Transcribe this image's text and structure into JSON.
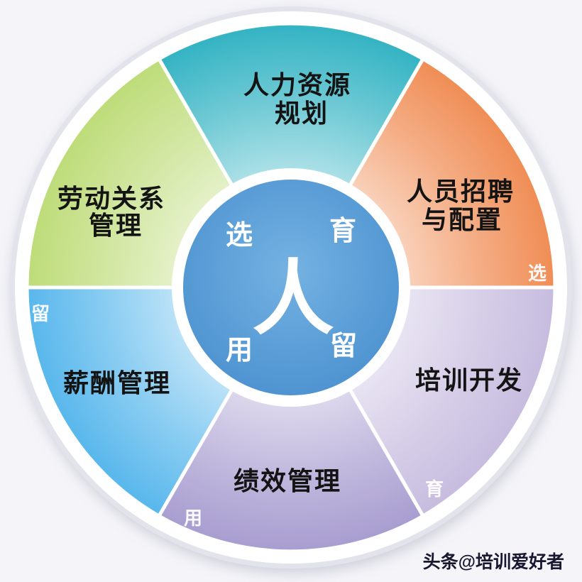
{
  "page": {
    "background_color": "#f4f4f9",
    "watermark": "头条@培训爱好者"
  },
  "wheel": {
    "center_glyph": "人",
    "center_color_light": "#74b2e2",
    "center_color_dark": "#4a90cf",
    "ring_color": "#ffffff",
    "inner_labels": [
      {
        "position": "top-left",
        "text": "选"
      },
      {
        "position": "top-right",
        "text": "育"
      },
      {
        "position": "bottom-left",
        "text": "用"
      },
      {
        "position": "bottom-right",
        "text": "留"
      }
    ],
    "sectors": [
      {
        "id": "hr-planning",
        "label_line1": "人力资源",
        "label_line2": "规划",
        "color": "#33b3c3",
        "edge_label": ""
      },
      {
        "id": "recruitment-allocation",
        "label_line1": "人员招聘",
        "label_line2": "与配置",
        "color": "#f08d55",
        "edge_label": "选"
      },
      {
        "id": "training-development",
        "label_line1": "培训开发",
        "label_line2": "",
        "color": "#c7bcdf",
        "edge_label": "育"
      },
      {
        "id": "performance-management",
        "label_line1": "绩效管理",
        "label_line2": "",
        "color": "#a89dd0",
        "edge_label": "用"
      },
      {
        "id": "compensation-management",
        "label_line1": "薪酬管理",
        "label_line2": "",
        "color": "#58b7ec",
        "edge_label": "留"
      },
      {
        "id": "labor-relations",
        "label_line1": "劳动关系",
        "label_line2": "管理",
        "color": "#bedc79",
        "edge_label": ""
      }
    ]
  }
}
